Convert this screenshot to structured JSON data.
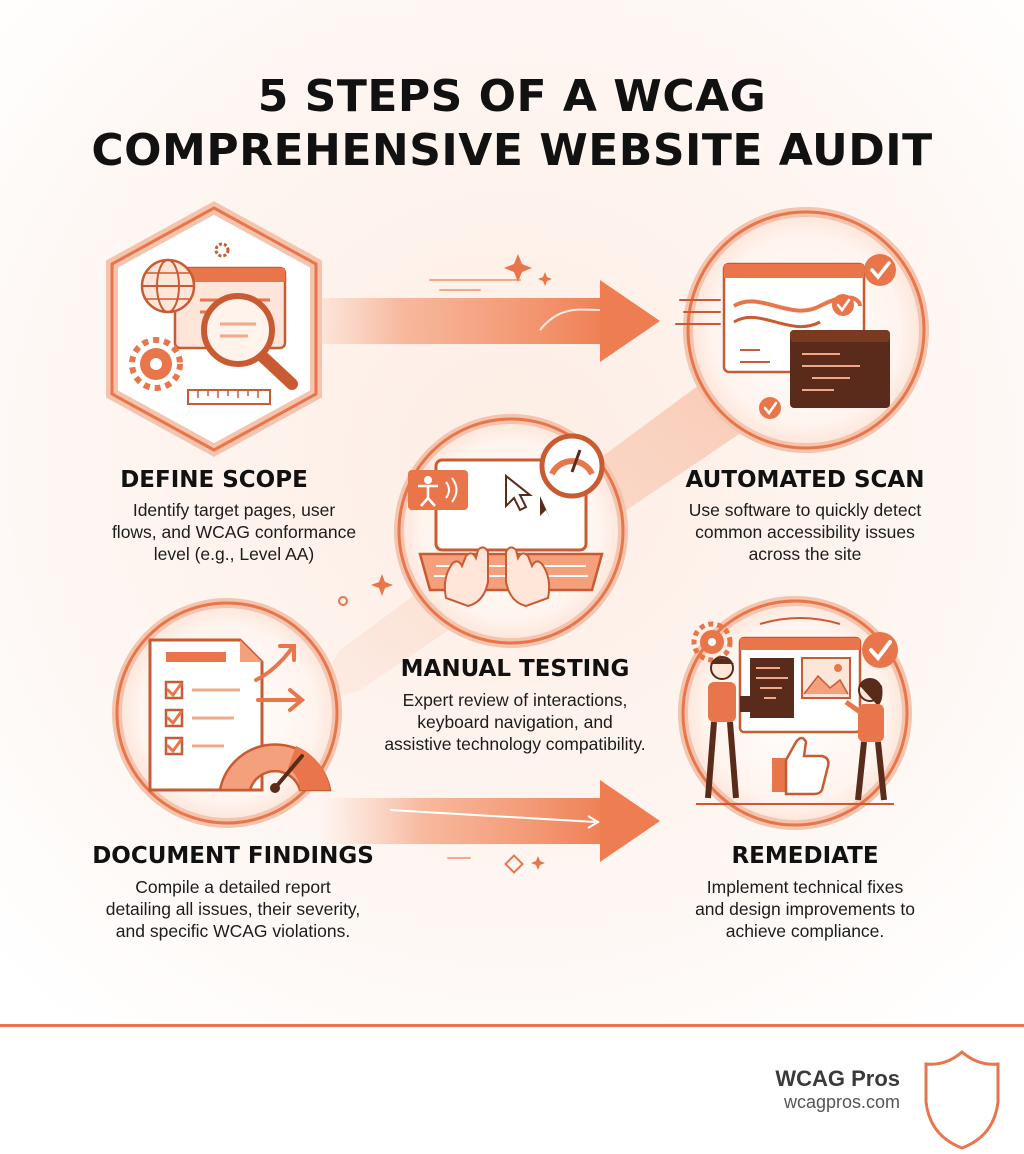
{
  "title": {
    "line1": "5 STEPS OF A WCAG",
    "line2": "COMPREHENSIVE WEBSITE AUDIT"
  },
  "steps": [
    {
      "title": "DEFINE SCOPE",
      "desc": [
        "Identify target pages, user",
        "flows, and WCAG conformance",
        "level (e.g., Level AA)"
      ]
    },
    {
      "title": "AUTOMATED SCAN",
      "desc": [
        "Use software to quickly detect",
        "common accessibility issues",
        "across the site"
      ]
    },
    {
      "title": "MANUAL TESTING",
      "desc": [
        "Expert review of interactions,",
        "keyboard navigation, and",
        "assistive technology compatibility."
      ]
    },
    {
      "title": "DOCUMENT FINDINGS",
      "desc": [
        "Compile a detailed report",
        "detailing all issues, their severity,",
        "and specific WCAG violations."
      ]
    },
    {
      "title": "REMEDIATE",
      "desc": [
        "Implement technical fixes",
        "and design improvements to",
        "achieve compliance."
      ]
    }
  ],
  "footer": {
    "brand": "WCAG Pros",
    "url": "wcagpros.com"
  },
  "colors": {
    "accent": "#E8764A",
    "accent_dark": "#C95B32",
    "dark_brown": "#5A2A1A",
    "background_tint": "#FDF1EB"
  },
  "icons": [
    "globe-icon",
    "magnifier-icon",
    "gear-icon",
    "ruler-icon",
    "browser-window-icon",
    "checkmark-icon",
    "code-window-icon",
    "laptop-icon",
    "cursor-icon",
    "accessibility-icon",
    "gauge-icon",
    "checklist-icon",
    "thumbs-up-icon",
    "people-icon",
    "shield-icon"
  ]
}
